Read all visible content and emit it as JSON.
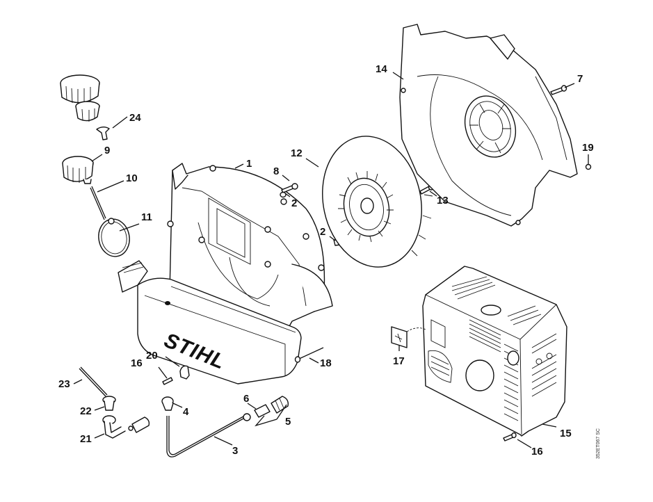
{
  "diagram": {
    "brand_logo": "STIHL",
    "drawing_code": "352ET067 SC",
    "callouts": [
      {
        "id": "1",
        "part": "blower-housing"
      },
      {
        "id": "2",
        "part": "rubber-buffer"
      },
      {
        "id": "2b",
        "text": "2",
        "part": "rubber-buffer"
      },
      {
        "id": "3",
        "part": "fuel-hose"
      },
      {
        "id": "4",
        "part": "grommet"
      },
      {
        "id": "5",
        "part": "pickup-body-assembly"
      },
      {
        "id": "6",
        "part": "strainer"
      },
      {
        "id": "7",
        "part": "screw"
      },
      {
        "id": "8",
        "part": "screw"
      },
      {
        "id": "9",
        "part": "filler-cap"
      },
      {
        "id": "10",
        "part": "cord"
      },
      {
        "id": "11",
        "part": "ring"
      },
      {
        "id": "12",
        "part": "fan-wheel"
      },
      {
        "id": "13",
        "part": "screw"
      },
      {
        "id": "14",
        "part": "fan-housing-cover"
      },
      {
        "id": "15",
        "part": "shroud"
      },
      {
        "id": "16",
        "part": "screw"
      },
      {
        "id": "16b",
        "text": "16",
        "part": "screw"
      },
      {
        "id": "17",
        "part": "label-plate"
      },
      {
        "id": "18",
        "part": "screw"
      },
      {
        "id": "19",
        "part": "nut"
      },
      {
        "id": "20",
        "part": "clip"
      },
      {
        "id": "21",
        "part": "elbow-connector"
      },
      {
        "id": "22",
        "part": "grommet"
      },
      {
        "id": "23",
        "part": "breather-hose"
      },
      {
        "id": "24",
        "part": "valve"
      }
    ],
    "labels": {
      "c1": "1",
      "c2": "2",
      "c2b": "2",
      "c3": "3",
      "c4": "4",
      "c5": "5",
      "c6": "6",
      "c7": "7",
      "c8": "8",
      "c9": "9",
      "c10": "10",
      "c11": "11",
      "c12": "12",
      "c13": "13",
      "c14": "14",
      "c15": "15",
      "c16": "16",
      "c16b": "16",
      "c17": "17",
      "c18": "18",
      "c19": "19",
      "c20": "20",
      "c21": "21",
      "c22": "22",
      "c23": "23",
      "c24": "24"
    }
  }
}
